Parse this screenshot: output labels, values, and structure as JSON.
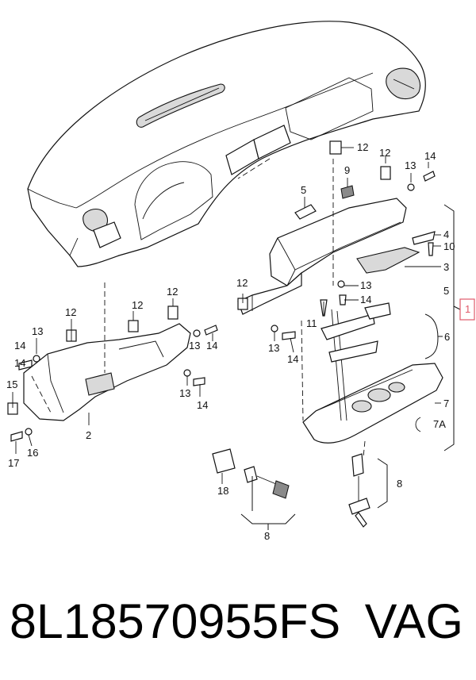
{
  "diagram": {
    "callouts": [
      {
        "id": "c12a",
        "text": "12"
      },
      {
        "id": "c12b",
        "text": "12"
      },
      {
        "id": "c14a",
        "text": "14"
      },
      {
        "id": "c13a",
        "text": "13"
      },
      {
        "id": "c9",
        "text": "9"
      },
      {
        "id": "c5a",
        "text": "5"
      },
      {
        "id": "c10",
        "text": "10"
      },
      {
        "id": "c4",
        "text": "4"
      },
      {
        "id": "c3",
        "text": "3"
      },
      {
        "id": "c5b",
        "text": "5"
      },
      {
        "id": "c1",
        "text": "1"
      },
      {
        "id": "c13b",
        "text": "13"
      },
      {
        "id": "c14b",
        "text": "14"
      },
      {
        "id": "c12c",
        "text": "12"
      },
      {
        "id": "c11",
        "text": "11"
      },
      {
        "id": "c13c",
        "text": "13"
      },
      {
        "id": "c14c",
        "text": "14"
      },
      {
        "id": "c6",
        "text": "6"
      },
      {
        "id": "c7",
        "text": "7"
      },
      {
        "id": "c7a",
        "text": "7A"
      },
      {
        "id": "c12d",
        "text": "12"
      },
      {
        "id": "c12e",
        "text": "12"
      },
      {
        "id": "c12f",
        "text": "12"
      },
      {
        "id": "c13d",
        "text": "13"
      },
      {
        "id": "c14d",
        "text": "14"
      },
      {
        "id": "c14e",
        "text": "14"
      },
      {
        "id": "c15",
        "text": "15"
      },
      {
        "id": "c13e",
        "text": "13"
      },
      {
        "id": "c14f",
        "text": "14"
      },
      {
        "id": "c13f",
        "text": "13"
      },
      {
        "id": "c14g",
        "text": "14"
      },
      {
        "id": "c2",
        "text": "2"
      },
      {
        "id": "c17",
        "text": "17"
      },
      {
        "id": "c16",
        "text": "16"
      },
      {
        "id": "c18",
        "text": "18"
      },
      {
        "id": "c8a",
        "text": "8"
      },
      {
        "id": "c8b",
        "text": "8"
      }
    ],
    "highlight_color": "#e05a6a"
  },
  "footer": {
    "part_number": "8L18570955FS",
    "brand": "VAG"
  }
}
